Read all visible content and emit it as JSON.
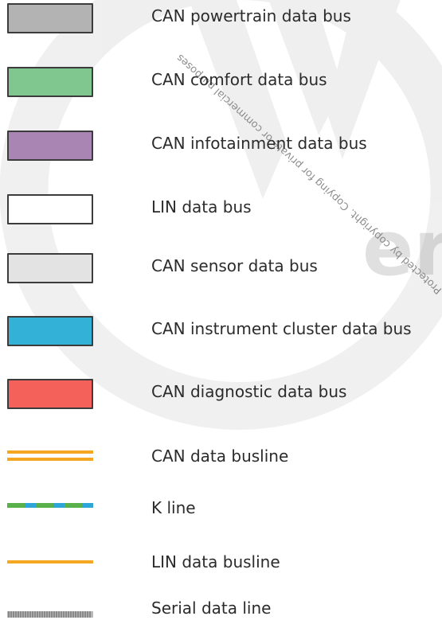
{
  "watermark": {
    "line1": "Protected by copyright. Copying for private or commercial purposes"
  },
  "legend": {
    "items": [
      {
        "label": "CAN powertrain data bus",
        "kind": "box",
        "fill": "#b3b3b3"
      },
      {
        "label": "CAN comfort data bus",
        "kind": "box",
        "fill": "#7fc68f"
      },
      {
        "label": "CAN infotainment data bus",
        "kind": "box",
        "fill": "#a885b3"
      },
      {
        "label": "LIN data bus",
        "kind": "box",
        "fill": "#ffffff"
      },
      {
        "label": "CAN sensor data bus",
        "kind": "box",
        "fill": "#e3e3e3"
      },
      {
        "label": "CAN instrument cluster data bus",
        "kind": "box",
        "fill": "#34b1d6"
      },
      {
        "label": "CAN diagnostic data bus",
        "kind": "box",
        "fill": "#f4605a"
      },
      {
        "label": "CAN data busline",
        "kind": "double-line",
        "color": "#f5a623"
      },
      {
        "label": "K line",
        "kind": "dashed-line",
        "colors": [
          "#5ab04a",
          "#2fa6d8"
        ]
      },
      {
        "label": "LIN data busline",
        "kind": "single-line",
        "color": "#f5a623"
      },
      {
        "label": "Serial data line",
        "kind": "hatched-line",
        "color": "#6a6a6a"
      }
    ]
  }
}
